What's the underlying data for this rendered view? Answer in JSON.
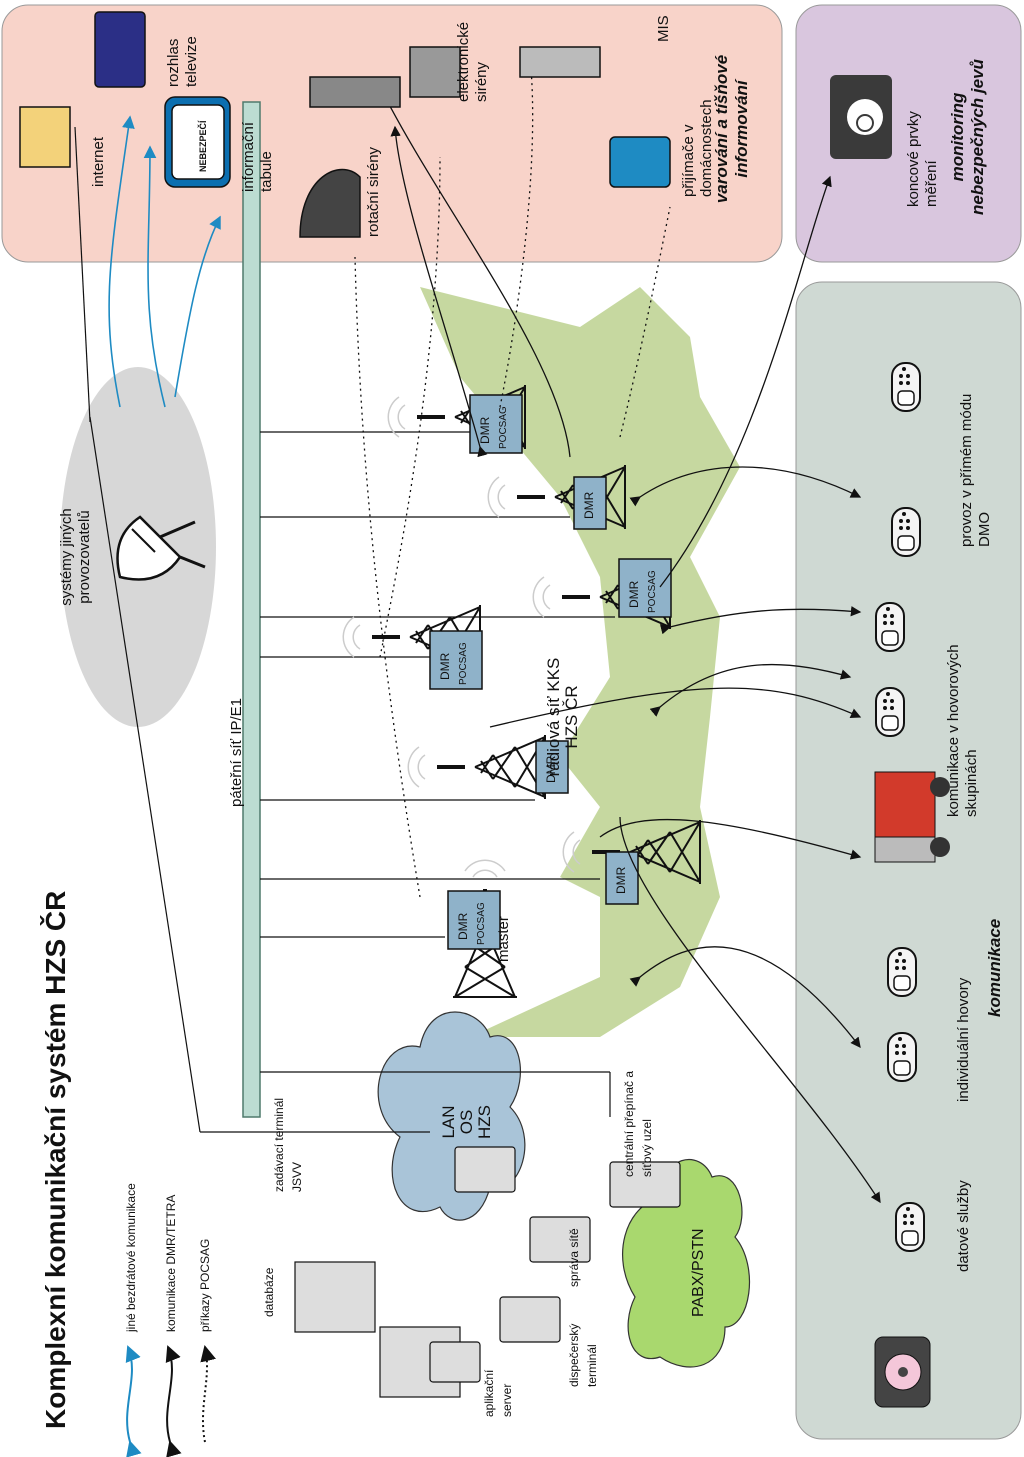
{
  "title": "Komplexní komunikační systém HZS ČR",
  "legend": {
    "items": [
      {
        "label": "jiné bezdrátové komunikace",
        "color": "#1e8bc3",
        "style": "solid"
      },
      {
        "label": "komunikace DMR/TETRA",
        "color": "#111111",
        "style": "solid"
      },
      {
        "label": "příkazy POCSAG",
        "color": "#111111",
        "style": "dotted"
      }
    ]
  },
  "zones": {
    "warning": "varování a tíšňové informování",
    "monitoring": "monitoring nebezpečných jevů",
    "communication": "komunikace"
  },
  "labels": {
    "systemy": "systémy jiných provozovatelů",
    "internet": "internet",
    "rozhlas": "rozhlas televize",
    "tabule": "informační tabule",
    "rotacni": "rotační sirény",
    "elektronicke": "elektronické sirény",
    "mis": "MIS",
    "prijimace": "přijímače v domácnostech",
    "koncove": "koncové prvky měření",
    "pateri": "páteřní síť IP/E1",
    "radiova": "rádiová síť KKS HZS ČR",
    "master": "master",
    "provoz": "provoz v přímém módu DMO",
    "hovorove": "komunikace v hovorových skupinách",
    "individualni": "individuální hovory",
    "datove": "datové služby",
    "lan": "LAN OS HZS",
    "pabx": "PABX/PSTN",
    "centralni": "centrální přepínač a síťový uzel",
    "zadavaci": "zadávací terminál JSVV",
    "sprava": "správa sítě",
    "databaze": "databáze",
    "dispecersky": "dispečerský terminál",
    "aplikacni": "aplikační server"
  },
  "station_tags": {
    "dmr": "DMR",
    "pocsag": "POCSAG"
  },
  "sign_text": "NEBEZPEČÍ",
  "colors": {
    "warning_zone": "#f8d3c9",
    "monitoring_zone": "#d9c6de",
    "communication_zone": "#cfd9d3",
    "systems_ellipse": "#d7d7d7",
    "radio_network": "#c3d69b",
    "lan_cloud": "#a9c4d8",
    "pabx_cloud": "#a9d86e",
    "backbone": "#bcdcd2",
    "other_wireless": "#1e8bc3"
  }
}
